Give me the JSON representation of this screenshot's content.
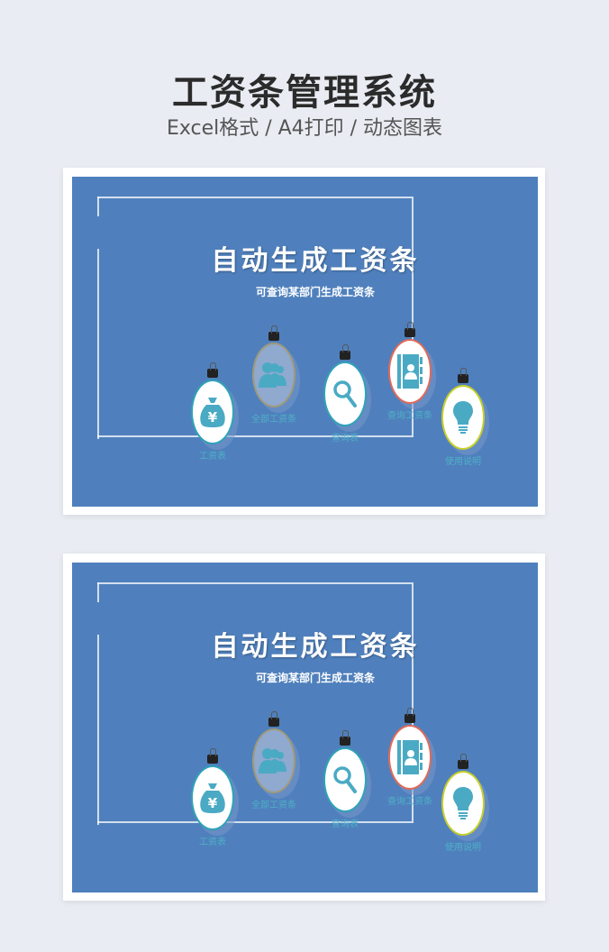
{
  "header": {
    "title": "工资条管理系统",
    "subtitle": "Excel格式 / A4打印 / 动态图表"
  },
  "colors": {
    "panel": "#4f80bd",
    "icon": "#4aaac4"
  },
  "cards": [
    {
      "heading": "自动生成工资条",
      "subheading": "可查询某部门生成工资条",
      "tags": [
        {
          "label": "工资表",
          "icon": "money-bag-icon"
        },
        {
          "label": "全部工资条",
          "icon": "people-icon"
        },
        {
          "label": "查询表",
          "icon": "search-icon"
        },
        {
          "label": "查询工资条",
          "icon": "contact-book-icon"
        },
        {
          "label": "使用说明",
          "icon": "lightbulb-icon"
        }
      ]
    },
    {
      "heading": "自动生成工资条",
      "subheading": "可查询某部门生成工资条",
      "tags": [
        {
          "label": "工资表",
          "icon": "money-bag-icon"
        },
        {
          "label": "全部工资条",
          "icon": "people-icon"
        },
        {
          "label": "查询表",
          "icon": "search-icon"
        },
        {
          "label": "查询工资条",
          "icon": "contact-book-icon"
        },
        {
          "label": "使用说明",
          "icon": "lightbulb-icon"
        }
      ]
    }
  ]
}
